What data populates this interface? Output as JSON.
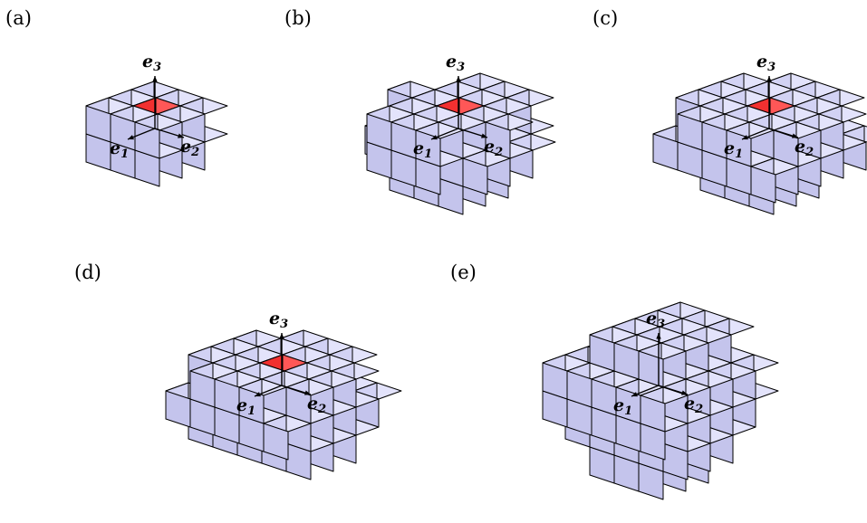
{
  "colors": {
    "neighbor_cube": "#d2d2f4",
    "center_cube": "#f23030",
    "edges": "#000000"
  },
  "axes": {
    "e1": {
      "symbol": "e",
      "subscript": "1"
    },
    "e2": {
      "symbol": "e",
      "subscript": "2"
    },
    "e3": {
      "symbol": "e",
      "subscript": "3"
    }
  },
  "panels": [
    {
      "label": "(a)",
      "center_cube": "red"
    },
    {
      "label": "(b)",
      "center_cube": "red"
    },
    {
      "label": "(c)",
      "center_cube": "red"
    },
    {
      "label": "(d)",
      "center_cube": "red"
    },
    {
      "label": "(e)",
      "center_cube": "red"
    }
  ]
}
